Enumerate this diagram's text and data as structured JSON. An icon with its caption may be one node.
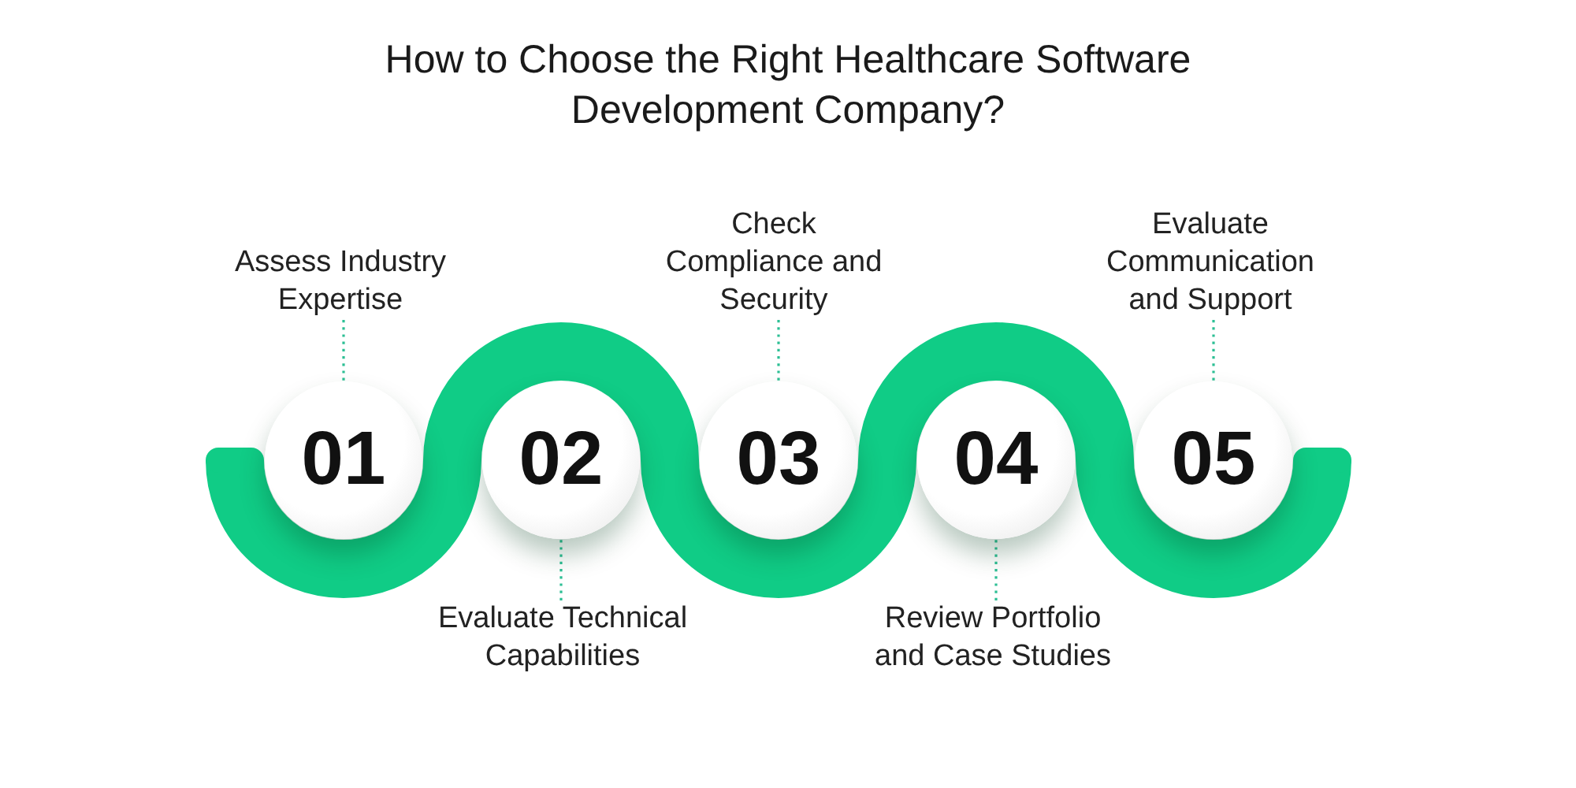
{
  "diagram": {
    "title": "How to Choose the Right Healthcare Software Development Company?",
    "nodes": [
      {
        "text": [
          "01"
        ]
      },
      {
        "text": [
          "02"
        ]
      },
      {
        "text": [
          "03"
        ]
      },
      {
        "text": [
          "04"
        ]
      },
      {
        "text": [
          "05"
        ]
      },
      {
        "text": [
          "Assess Industry Expertise"
        ]
      },
      {
        "text": [
          "Evaluate Technical Capabilities"
        ]
      },
      {
        "text": [
          "Check Compliance and Security"
        ]
      },
      {
        "text": [
          "Review Portfolio and Case Studies"
        ]
      },
      {
        "text": [
          "Evaluate Communication and Support"
        ]
      }
    ],
    "edges": [
      {
        "from": 5,
        "to": 0,
        "arrow": "none",
        "style": "dashed"
      },
      {
        "from": 6,
        "to": 1,
        "arrow": "none",
        "style": "dashed"
      },
      {
        "from": 7,
        "to": 2,
        "arrow": "none",
        "style": "dashed"
      },
      {
        "from": 8,
        "to": 3,
        "arrow": "none",
        "style": "dashed"
      },
      {
        "from": 9,
        "to": 4,
        "arrow": "none",
        "style": "dashed"
      }
    ]
  }
}
